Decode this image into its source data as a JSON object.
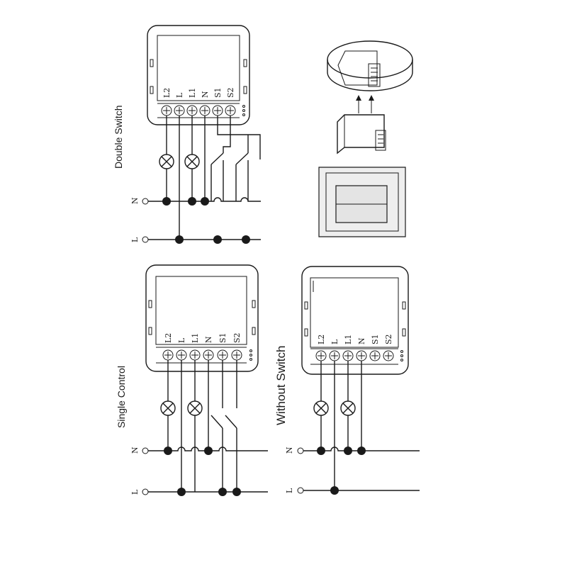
{
  "panels": {
    "double_switch": {
      "title": "Double Switch",
      "terminals": [
        "L2",
        "L",
        "L1",
        "N",
        "S1",
        "S2"
      ],
      "lines": [
        "N",
        "L"
      ]
    },
    "single_control": {
      "title": "Single Control",
      "terminals": [
        "L2",
        "L",
        "L1",
        "N",
        "S1",
        "S2"
      ],
      "lines": [
        "N",
        "L"
      ]
    },
    "without_switch": {
      "title": "Without Switch",
      "terminals": [
        "L2",
        "L",
        "L1",
        "N",
        "S1",
        "S2"
      ],
      "lines": [
        "N",
        "L"
      ]
    }
  },
  "icons": {
    "lamp": "lamp-icon",
    "switch": "switch-contact-icon",
    "module": "relay-module-icon",
    "wall_box": "junction-box-icon",
    "wall_plate": "wall-switch-plate-icon",
    "arrows": "insert-arrows-icon"
  },
  "colors": {
    "ink": "#1a1a1a",
    "plate_fill": "#eeeeee",
    "rocker_fill": "#e4e4e4"
  }
}
